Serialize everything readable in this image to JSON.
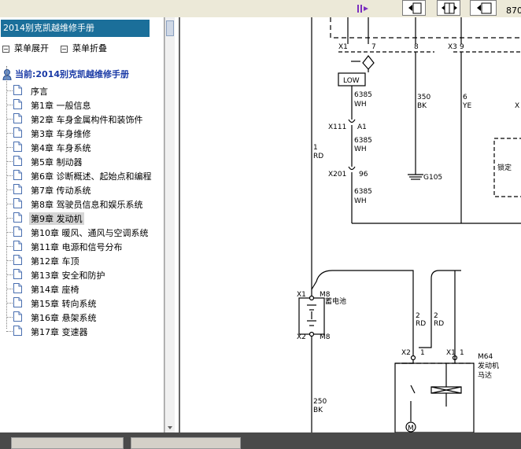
{
  "toolbar": {
    "page_label": "870",
    "buttons": [
      "rotate-icon",
      "prev-page-icon",
      "fit-width-icon",
      "back-icon"
    ]
  },
  "sidebar": {
    "title": "2014别克凯越维修手册",
    "expand_label": "菜单展开",
    "collapse_label": "菜单折叠",
    "root_label": "当前:2014别克凯越维修手册",
    "items": [
      {
        "label": "序言"
      },
      {
        "label": "第1章 一般信息"
      },
      {
        "label": "第2章 车身金属构件和装饰件"
      },
      {
        "label": "第3章 车身维修"
      },
      {
        "label": "第4章 车身系统"
      },
      {
        "label": "第5章 制动器"
      },
      {
        "label": "第6章 诊断概述、起始点和编程"
      },
      {
        "label": "第7章 传动系统"
      },
      {
        "label": "第8章 驾驶员信息和娱乐系统"
      },
      {
        "label": "第9章 发动机",
        "selected": true
      },
      {
        "label": "第10章 暖风、通风与空调系统"
      },
      {
        "label": "第11章 电源和信号分布"
      },
      {
        "label": "第12章 车顶"
      },
      {
        "label": "第13章 安全和防护"
      },
      {
        "label": "第14章 座椅"
      },
      {
        "label": "第15章 转向系统"
      },
      {
        "label": "第16章 悬架系统"
      },
      {
        "label": "第17章 变速器"
      }
    ]
  },
  "diagram": {
    "x1_top": "X1",
    "pin7": "7",
    "pin8": "8",
    "x3": "X3",
    "pin9": "9",
    "low_label": "LOW",
    "w6385_a": "6385",
    "wh_a": "WH",
    "x111": "X111",
    "a1": "A1",
    "w6385_b": "6385",
    "wh_b": "WH",
    "x201": "X201",
    "p96": "96",
    "w6385_c": "6385",
    "wh_c": "WH",
    "w1": "1",
    "rd1": "RD",
    "w350": "350",
    "bk350": "BK",
    "g105": "G105",
    "w6": "6",
    "ye6": "YE",
    "x_right": "X",
    "lock_label": "锁定",
    "bat_x1": "X1",
    "bat_m8_top": "M8",
    "bat_label": "蓄电池",
    "bat_x2": "X2",
    "bat_m8_bot": "M8",
    "w2a": "2",
    "rd2a": "RD",
    "w2b": "2",
    "rd2b": "RD",
    "mx2": "X2",
    "mp1a": "1",
    "mx1": "X1",
    "mp1b": "1",
    "m64": "M64",
    "motor_l1": "发动机",
    "motor_l2": "马达",
    "w250": "250",
    "bk250": "BK",
    "motor_symbol": "M"
  }
}
